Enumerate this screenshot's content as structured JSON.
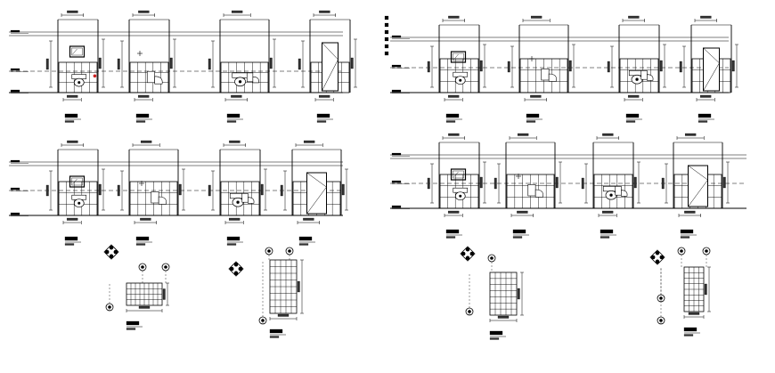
{
  "drawing": {
    "ink_color": "#000000",
    "dim_color": "#333333",
    "accent_color": "#cc2222",
    "background": "#ffffff",
    "panel_count": 4,
    "elevations_per_panel": 4,
    "plan_symbols": [
      "compass-rose-icon",
      "grid-bubble-icon",
      "tiled-wall-plan"
    ]
  }
}
